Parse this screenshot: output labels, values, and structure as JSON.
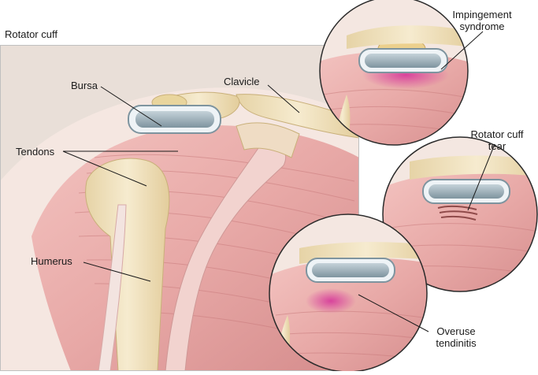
{
  "title": "Rotator cuff",
  "labels": {
    "bursa": "Bursa",
    "clavicle": "Clavicle",
    "tendons": "Tendons",
    "humerus": "Humerus",
    "impingement_line1": "Impingement",
    "impingement_line2": "syndrome",
    "tear_line1": "Rotator cuff",
    "tear_line2": "tear",
    "tendinitis_line1": "Overuse",
    "tendinitis_line2": "tendinitis"
  },
  "colors": {
    "muscle": "#e8a9a7",
    "muscle_dark": "#cf807f",
    "bone": "#f0e2bf",
    "bursa": "#9fb3be",
    "inflammation": "#d6379a",
    "background": "#ffffff"
  }
}
